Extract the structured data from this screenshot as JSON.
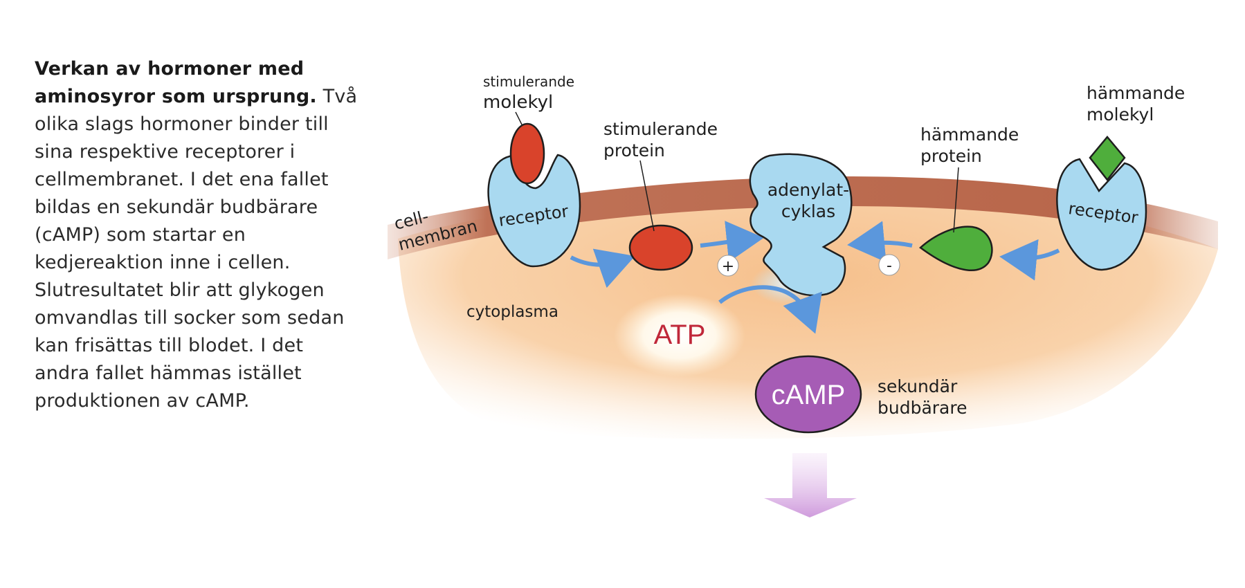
{
  "caption": {
    "lead": "Verkan av hormoner med aminosyror som ursprung.",
    "body": "Två olika slags hormoner binder till sina respektive receptorer i cellmembranet. I det ena fallet bildas en sekundär budbärare (cAMP) som startar en kedjereaktion inne i cellen. Slutresultatet blir att glykogen omvandlas till socker som sedan kan frisättas till blodet. I det andra fallet hämmas istället produktionen av cAMP."
  },
  "labels": {
    "stim_molecule_line1": "stimulerande",
    "stim_molecule_line2": "molekyl",
    "stim_protein_line1": "stimulerande",
    "stim_protein_line2": "protein",
    "inhib_protein_line1": "hämmande",
    "inhib_protein_line2": "protein",
    "inhib_molecule_line1": "hämmande",
    "inhib_molecule_line2": "molekyl",
    "receptor_left": "receptor",
    "receptor_right": "receptor",
    "enzyme_line1": "adenylat-",
    "enzyme_line2": "cyklas",
    "membrane_line1": "cell-",
    "membrane_line2": "membran",
    "cytoplasm": "cytoplasma",
    "atp": "ATP",
    "camp": "cAMP",
    "messenger_line1": "sekundär",
    "messenger_line2": "budbärare",
    "plus": "+",
    "minus": "-"
  },
  "colors": {
    "membrane": "#b8664a",
    "cytoplasm": "#f7c99a",
    "receptor": "#a9d9f0",
    "stim_red": "#d9432b",
    "inhib_green": "#4fae3c",
    "camp_purple": "#a65cb5",
    "arrow_blue": "#5b97dc",
    "atp_red": "#c0283a"
  }
}
